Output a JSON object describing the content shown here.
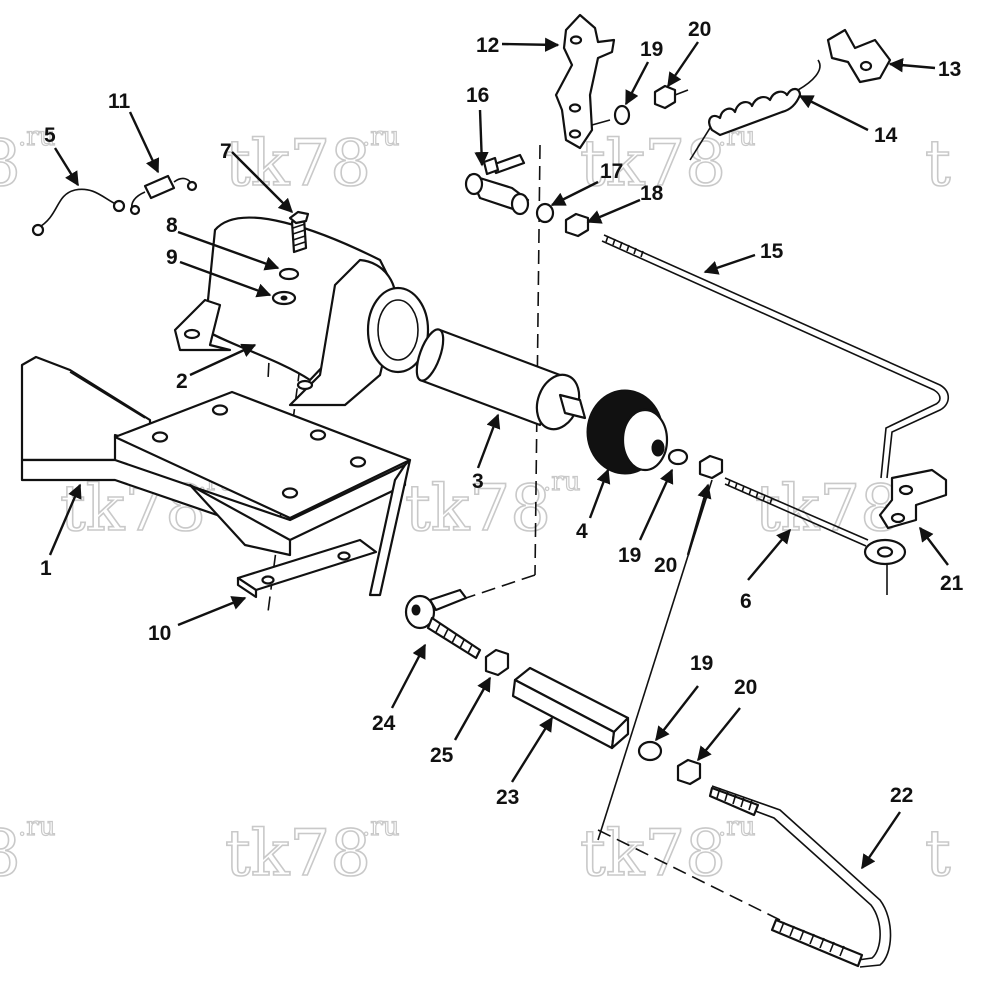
{
  "watermark": {
    "main": "tk78",
    "suffix": ".ru",
    "partial_main": "8",
    "partial_t": "t"
  },
  "callouts": {
    "c1": "1",
    "c2": "2",
    "c3": "3",
    "c4": "4",
    "c5": "5",
    "c6": "6",
    "c7": "7",
    "c8": "8",
    "c9": "9",
    "c10": "10",
    "c11": "11",
    "c12": "12",
    "c13": "13",
    "c14": "14",
    "c15": "15",
    "c16": "16",
    "c17": "17",
    "c18": "18",
    "c19a": "19",
    "c19b": "19",
    "c19c": "19",
    "c20a": "20",
    "c20b": "20",
    "c20c": "20",
    "c21": "21",
    "c22": "22",
    "c23": "23",
    "c24": "24",
    "c25": "25"
  }
}
